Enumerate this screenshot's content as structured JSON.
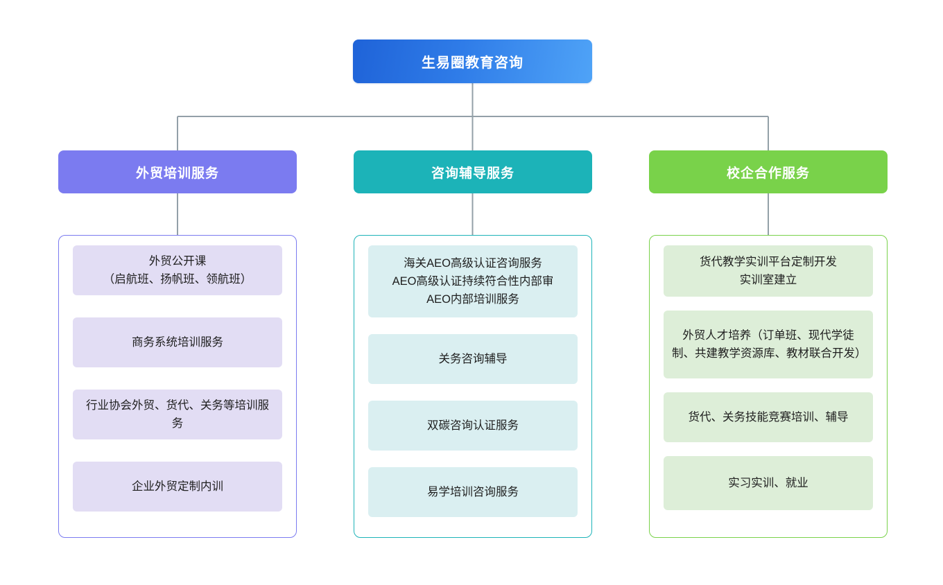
{
  "diagram": {
    "type": "organization-tree",
    "root": {
      "label": "生易圈教育咨询",
      "color": "#2f7ce8"
    },
    "branches": [
      {
        "label": "外贸培训服务",
        "color": "#7b7bf0",
        "chip_color": "#e2ddf4",
        "items": [
          {
            "text": "外贸公开课\n（启航班、扬帆班、领航班）"
          },
          {
            "text": "商务系统培训服务"
          },
          {
            "text": "行业协会外贸、货代、关务等培训服务"
          },
          {
            "text": "企业外贸定制内训"
          }
        ]
      },
      {
        "label": "咨询辅导服务",
        "color": "#1cb3b8",
        "chip_color": "#daeff1",
        "items": [
          {
            "text": "海关AEO高级认证咨询服务\nAEO高级认证持续符合性内部审\nAEO内部培训服务"
          },
          {
            "text": "关务咨询辅导"
          },
          {
            "text": "双碳咨询认证服务"
          },
          {
            "text": "易学培训咨询服务"
          }
        ]
      },
      {
        "label": "校企合作服务",
        "color": "#79d24a",
        "chip_color": "#ddeed8",
        "items": [
          {
            "text": "货代教学实训平台定制开发\n实训室建立"
          },
          {
            "text": "外贸人才培养（订单班、现代学徒制、共建教学资源库、教材联合开发）"
          },
          {
            "text": "货代、关务技能竞赛培训、辅导"
          },
          {
            "text": "实习实训、就业"
          }
        ]
      }
    ],
    "connector_color": "#93a0a8"
  }
}
